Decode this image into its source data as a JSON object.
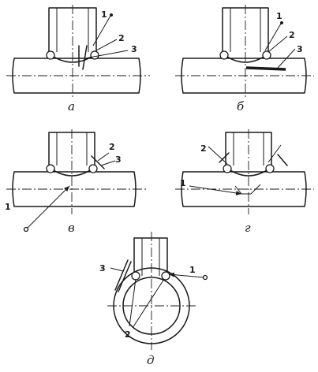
{
  "figures": {
    "a": {
      "caption": "а",
      "labels": [
        "1",
        "2",
        "3"
      ]
    },
    "b": {
      "caption": "б",
      "labels": [
        "1",
        "2",
        "3"
      ]
    },
    "v": {
      "caption": "в",
      "labels": [
        "1",
        "2",
        "3"
      ]
    },
    "g": {
      "caption": "г",
      "labels": [
        "1",
        "2"
      ]
    },
    "d": {
      "caption": "д",
      "labels": [
        "1",
        "2",
        "3"
      ]
    }
  }
}
